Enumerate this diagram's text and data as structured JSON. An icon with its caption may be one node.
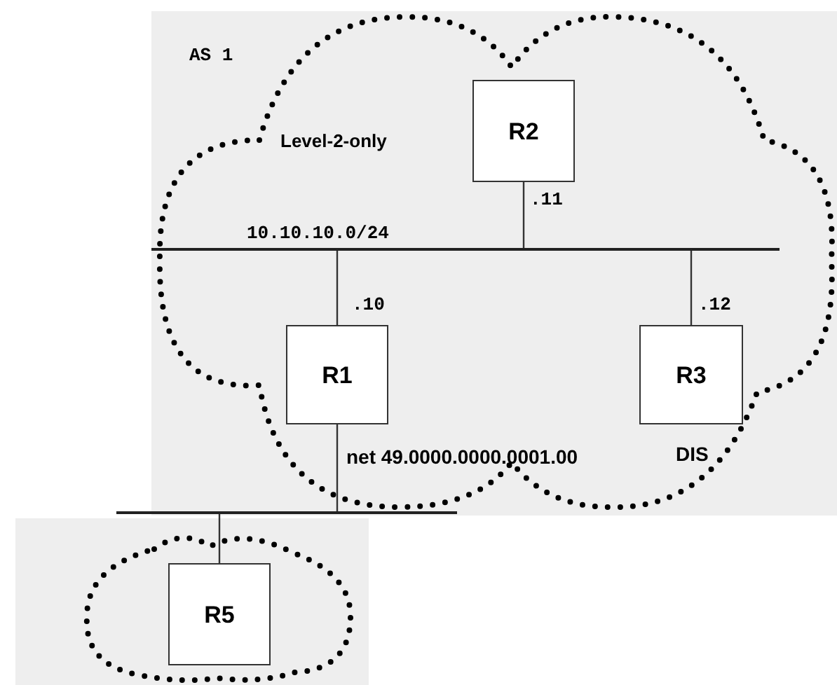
{
  "diagram": {
    "nodes": [
      {
        "text": [
          "AS 1"
        ]
      },
      {
        "text": [
          "Level-2-only"
        ],
        "in": 0
      },
      {
        "text": [
          "R2"
        ],
        "in": 1
      },
      {
        "text": [],
        "shape": "bar",
        "in": 1
      },
      {
        "text": [
          "R1"
        ],
        "in": 1,
        "beside": [
          "net 49.0000.0000.0001.00"
        ]
      },
      {
        "text": [
          "R3"
        ],
        "in": 1,
        "beside": [
          "DIS"
        ]
      },
      {
        "text": [],
        "shape": "bar"
      },
      {
        "text": [],
        "shape": "box"
      },
      {
        "text": [],
        "shape": "cloud",
        "in": 7
      },
      {
        "text": [
          "R5"
        ],
        "in": 8
      }
    ],
    "edges": [
      {
        "from": 2,
        "to": 3,
        "arrow": "none",
        "label": ".11"
      },
      {
        "from": 4,
        "to": 3,
        "arrow": "none",
        "label": ".10"
      },
      {
        "from": 5,
        "to": 3,
        "arrow": "none",
        "label": ".12"
      },
      {
        "from": 4,
        "to": 6,
        "arrow": "none"
      },
      {
        "from": 9,
        "to": 6,
        "arrow": "none"
      }
    ],
    "labels": [
      "10.10.10.0/24"
    ]
  }
}
